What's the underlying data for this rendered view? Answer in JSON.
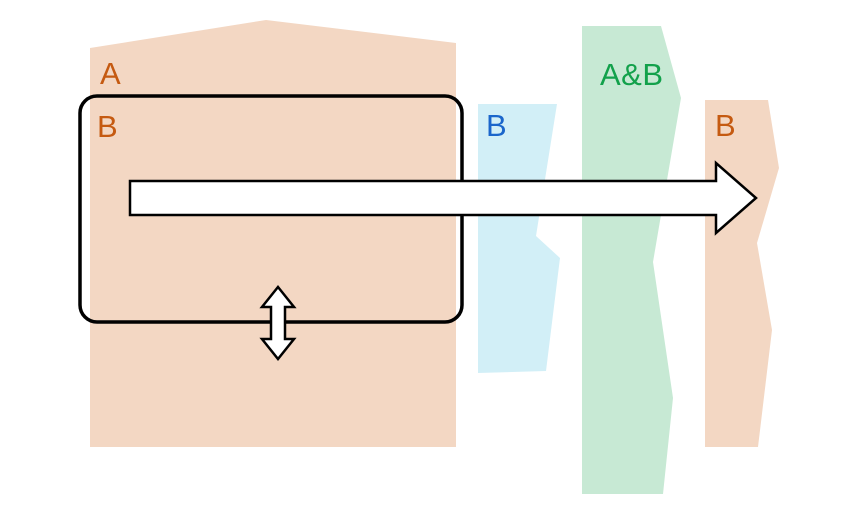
{
  "diagram": {
    "background": "#ffffff",
    "outline_color": "#000000",
    "arrow_fill": "#ffffff",
    "region_a": {
      "label": "A",
      "fill": "#f3d7c3",
      "label_color": "#c55a11"
    },
    "box_b": {
      "label": "B",
      "label_color": "#c55a11"
    },
    "strip_b_cyan": {
      "label": "B",
      "fill": "#d2eff7",
      "label_color": "#1b66cb"
    },
    "strip_ab": {
      "label": "A&B",
      "fill": "#c7e9d4",
      "label_color": "#12a14b"
    },
    "strip_b_right": {
      "label": "B",
      "fill": "#f3d7c3",
      "label_color": "#c55a11"
    }
  }
}
